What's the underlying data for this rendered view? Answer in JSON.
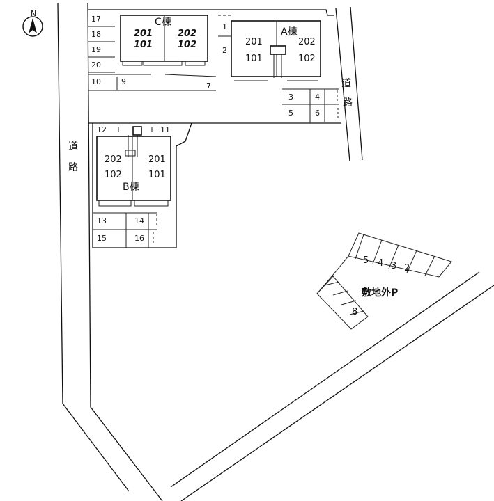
{
  "compass": {
    "label": "N",
    "icon": "north-arrow-icon"
  },
  "roads": {
    "left": [
      "道",
      "路"
    ],
    "right": [
      "道",
      "路"
    ]
  },
  "buildings": {
    "A": {
      "label": "A棟",
      "units_top": [
        "201",
        "202"
      ],
      "units_bottom": [
        "101",
        "102"
      ]
    },
    "B": {
      "label": "B棟",
      "units_top": [
        "202",
        "201"
      ],
      "units_bottom": [
        "102",
        "101"
      ]
    },
    "C": {
      "label": "C棟",
      "units_top": [
        "201",
        "202"
      ],
      "units_bottom": [
        "101",
        "102"
      ]
    }
  },
  "parking": {
    "c_left": [
      "17",
      "18",
      "19",
      "20",
      "10"
    ],
    "c_bottom": [
      "9",
      "7"
    ],
    "a_left": [
      "1",
      "2"
    ],
    "a_right": [
      "3",
      "4",
      "5",
      "6"
    ],
    "b_top": [
      "12",
      "11"
    ],
    "b_bottom": [
      "13",
      "14",
      "15",
      "16"
    ],
    "offsite_label": "敷地外P",
    "offsite": [
      "5",
      "4",
      "3",
      "2",
      "8"
    ]
  }
}
